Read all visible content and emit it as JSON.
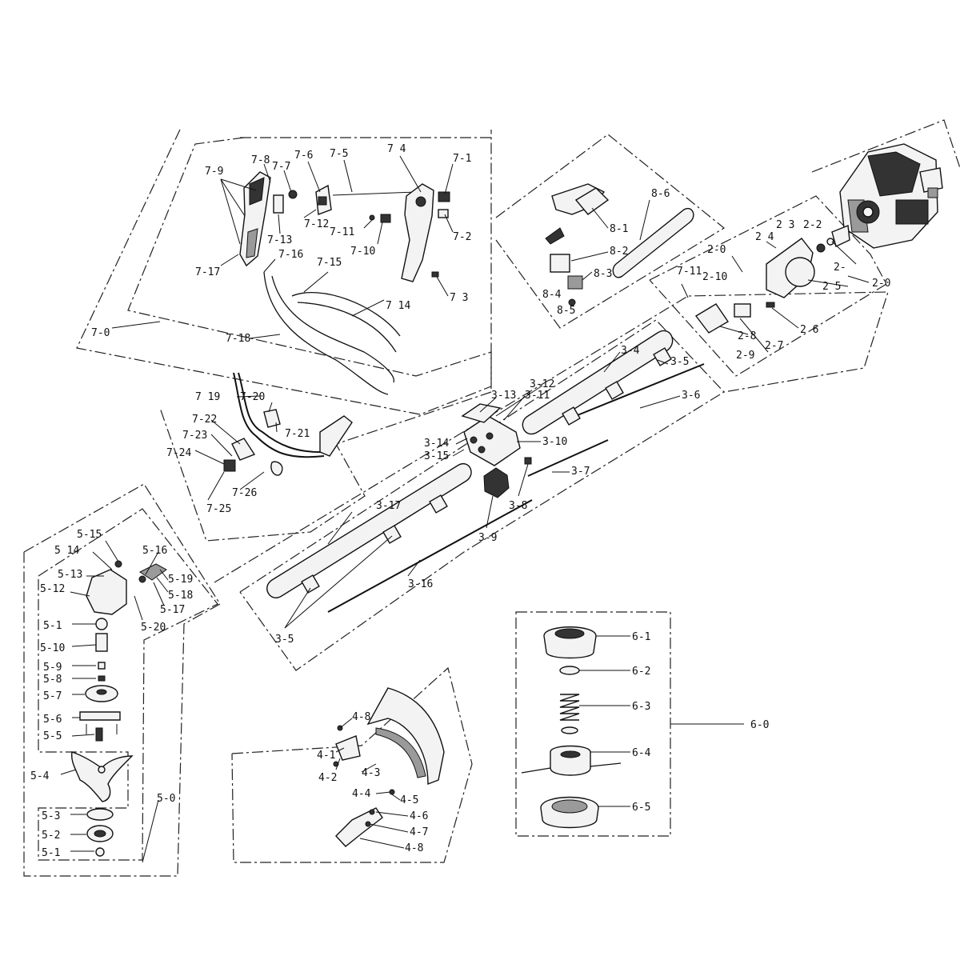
{
  "groups": {
    "g2": "2-0",
    "g3": "3-5",
    "g5": "5-0",
    "g6": "6-0",
    "g7": "7-0"
  },
  "labels": {
    "l7_9": "7-9",
    "l7_8": "7-8",
    "l7_7": "7-7",
    "l7_6": "7-6",
    "l7_5": "7-5",
    "l7_4": "7 4",
    "l7_1": "7-1",
    "l7_2": "7-2",
    "l7_3": "7 3",
    "l7_10": "7-10",
    "l7_11": "7-11",
    "l7_12": "7-12",
    "l7_13": "7-13",
    "l7_14": "7 14",
    "l7_15": "7-15",
    "l7_16": "7-16",
    "l7_17": "7-17",
    "l7_18": "7-18",
    "l7_0": "7-0",
    "l7_19": "7 19",
    "l7_20": "7-20",
    "l7_21": "7-21",
    "l7_22": "7-22",
    "l7_23": "7-23",
    "l7_24": "7-24",
    "l7_25": "7-25",
    "l7_26": "7-26",
    "l8_1": "8-1",
    "l8_2": "8-2",
    "l8_3": "8-3",
    "l8_4": "8-4",
    "l8_5": "8-5",
    "l8_6": "8-6",
    "l2_0a": "2-0",
    "l2_10": "2-10",
    "l2_11": "7-11",
    "l2_3": "2 3",
    "l2_2": "2-2",
    "l2_4": "2 4",
    "l2_1": "2-",
    "l2_5": "2 5",
    "l2_0": "2-0",
    "l2_6": "2 6",
    "l2_7": "2-7",
    "l2_8": "2-8",
    "l2_9": "2-9",
    "l3_4": "3-4",
    "l3_5a": "3-5",
    "l3_6": "3-6",
    "l3_12": "3-12",
    "l3_13": "3-13",
    "l3_11": "3-11",
    "l3_14": "3-14",
    "l3_15": "3-15",
    "l3_10": "3-10",
    "l3_7": "3-7",
    "l3_8": "3-8",
    "l3_9": "3-9",
    "l3_17": "3-17",
    "l3_16": "3-16",
    "l3_5": "3-5",
    "l5_15": "5-15",
    "l5_14": "5 14",
    "l5_13": "5-13",
    "l5_12": "5-12",
    "l5_16": "5-16",
    "l5_19": "5-19",
    "l5_18": "5-18",
    "l5_17": "5-17",
    "l5_20": "5-20",
    "l5_11": "5-1",
    "l5_10": "5-10",
    "l5_9": "5-9",
    "l5_8": "5-8",
    "l5_7": "5-7",
    "l5_6": "5-6",
    "l5_5": "5-5",
    "l5_4": "5-4",
    "l5_3": "5-3",
    "l5_2": "5-2",
    "l5_1": "5-1",
    "l5_0": "5-0",
    "l4_8a": "4-8",
    "l4_1": "4-1",
    "l4_2": "4-2",
    "l4_3": "4-3",
    "l4_4": "4-4",
    "l4_5": "4-5",
    "l4_6": "4-6",
    "l4_7": "4-7",
    "l4_8": "4-8",
    "l6_1": "6-1",
    "l6_2": "6-2",
    "l6_3": "6-3",
    "l6_4": "6-4",
    "l6_5": "6-5",
    "l6_0": "6-0"
  }
}
